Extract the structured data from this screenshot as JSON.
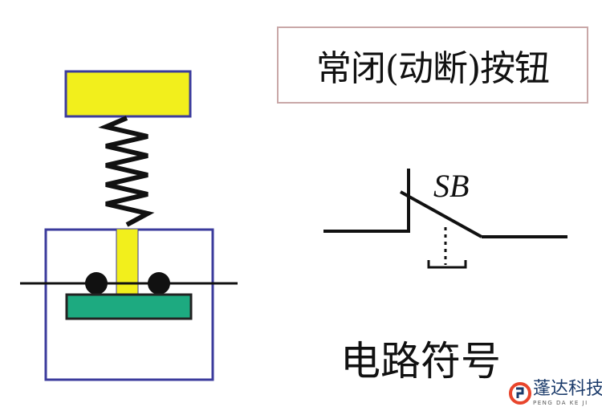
{
  "title": "常闭(动断)按钮",
  "symbol_label": "SB",
  "caption": "电路符号",
  "watermark": {
    "name": "蓬达科技",
    "sub": "PENG DA KE JI"
  },
  "colors": {
    "button_cap": "#f2ef1c",
    "contact_bar": "#1daa80",
    "frame": "#3b3b9c",
    "logo": "#e8452c"
  }
}
